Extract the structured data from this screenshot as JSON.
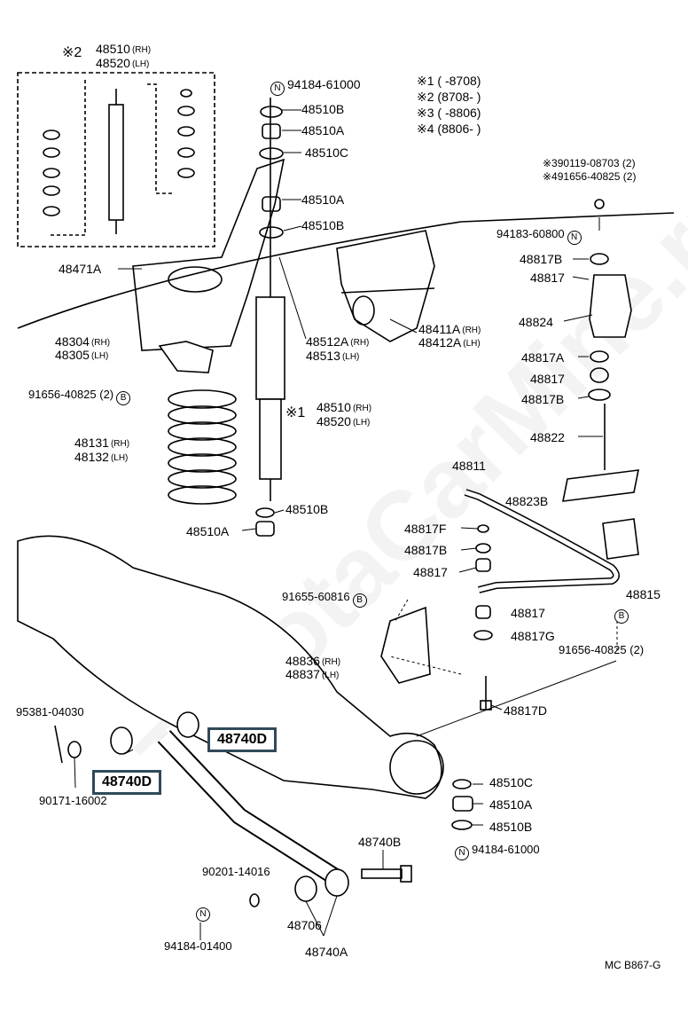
{
  "callouts": {
    "c1": "48510",
    "c1b": "48520",
    "c1_mark": "※2",
    "c2": "94184-61000",
    "c3": "48510B",
    "c4": "48510A",
    "c5": "48510C",
    "c6": "48510A",
    "c7": "48510B",
    "c8": "48471A",
    "c9": "48304",
    "c10": "48305",
    "c11": "91656-40825 (2)",
    "c12": "48131",
    "c13": "48132",
    "c14": "48512A",
    "c15": "48513",
    "c16": "48510",
    "c17": "48520",
    "c16_mark": "※1",
    "c18": "48510B",
    "c19": "48510A",
    "c20": "48411A",
    "c21": "48412A",
    "c22": "90119-08703 (2)",
    "c22_mark": "※3",
    "c23": "91656-40825 (2)",
    "c23_mark": "※4",
    "c24": "94183-60800",
    "c25": "48817B",
    "c26": "48817",
    "c27": "48824",
    "c28": "48817A",
    "c29": "48817",
    "c30": "48817B",
    "c31": "48822",
    "c32": "48811",
    "c33": "48823B",
    "c34": "48817F",
    "c35": "48817B",
    "c36": "48817",
    "c37": "48815",
    "c38": "91655-60816",
    "c39": "48817",
    "c40": "48817G",
    "c41": "91656-40825 (2)",
    "c42": "48836",
    "c43": "48837",
    "c44": "48817D",
    "c45": "95381-04030",
    "c46": "48740D",
    "c47": "48740D",
    "c48": "90171-16002",
    "c49": "48510C",
    "c50": "48510A",
    "c51": "48510B",
    "c52": "94184-61000",
    "c53": "48740B",
    "c54": "90201-14016",
    "c55": "48706",
    "c56": "94184-01400",
    "c57": "48740A",
    "rh": "(RH)",
    "lh": "(LH)",
    "n_mark": "N",
    "b_mark": "B",
    "footer": "MC  B867-G",
    "watermark": "ToyotaCarMine.ru"
  },
  "legend": [
    {
      "mark": "※1",
      "text": "(      -8708)"
    },
    {
      "mark": "※2",
      "text": "(8708-       )"
    },
    {
      "mark": "※3",
      "text": "(      -8806)"
    },
    {
      "mark": "※4",
      "text": "(8806-       )"
    }
  ]
}
